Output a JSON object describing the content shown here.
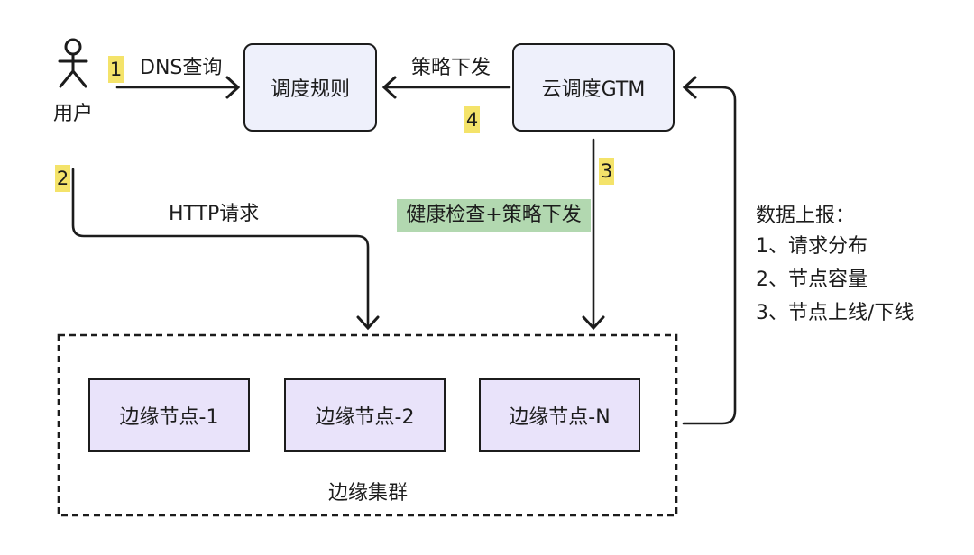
{
  "user": {
    "icon": "person-icon",
    "label": "用户"
  },
  "flows": {
    "dns_query": {
      "step": "1",
      "label": "DNS查询"
    },
    "http_request": {
      "step": "2",
      "label": "HTTP请求"
    },
    "health_check": {
      "step": "3",
      "label": "健康检查+策略下发"
    },
    "policy_push": {
      "step": "4",
      "label": "策略下发"
    }
  },
  "nodes": {
    "scheduling_rules": {
      "label": "调度规则"
    },
    "cloud_gtm": {
      "label": "云调度GTM"
    }
  },
  "edge_cluster": {
    "label": "边缘集群",
    "nodes": [
      {
        "label": "边缘节点-1"
      },
      {
        "label": "边缘节点-2"
      },
      {
        "label": "边缘节点-N"
      }
    ]
  },
  "data_report": {
    "title": "数据上报：",
    "items": [
      "1、请求分布",
      "2、节点容量",
      "3、节点上线/下线"
    ]
  },
  "colors": {
    "background": "#ffffff",
    "text": "#1c1c1c",
    "stroke": "#1c1c1c",
    "box_fill": "#eef0fb",
    "node_fill": "#e9e3fa",
    "badge": "#f4e36a",
    "highlight_green": "#b2d8b0"
  }
}
